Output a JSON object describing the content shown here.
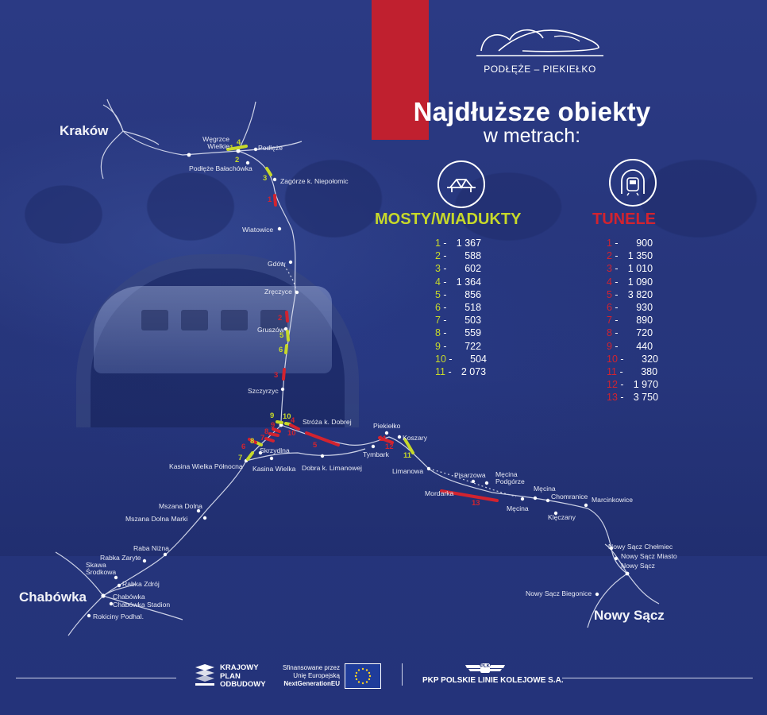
{
  "project_logo": {
    "text": "PODŁĘŻE – PIEKIEŁKO"
  },
  "heading": {
    "title": "Najdłuższe obiekty",
    "subtitle": "w metrach:"
  },
  "categories": {
    "bridges": {
      "title": "MOSTY/WIADUKTY",
      "icon": "bridge-icon",
      "color": "#c7d92a",
      "items": [
        {
          "n": "1",
          "v": "1 367"
        },
        {
          "n": "2",
          "v": "588"
        },
        {
          "n": "3",
          "v": "602"
        },
        {
          "n": "4",
          "v": "1 364"
        },
        {
          "n": "5",
          "v": "856"
        },
        {
          "n": "6",
          "v": "518"
        },
        {
          "n": "7",
          "v": "503"
        },
        {
          "n": "8",
          "v": "559"
        },
        {
          "n": "9",
          "v": "722"
        },
        {
          "n": "10",
          "v": "504"
        },
        {
          "n": "11",
          "v": "2 073"
        }
      ]
    },
    "tunnels": {
      "title": "TUNELE",
      "icon": "tunnel-train-icon",
      "color": "#d2232f",
      "items": [
        {
          "n": "1",
          "v": "900"
        },
        {
          "n": "2",
          "v": "1 350"
        },
        {
          "n": "3",
          "v": "1 010"
        },
        {
          "n": "4",
          "v": "1 090"
        },
        {
          "n": "5",
          "v": "3 820"
        },
        {
          "n": "6",
          "v": "930"
        },
        {
          "n": "7",
          "v": "890"
        },
        {
          "n": "8",
          "v": "720"
        },
        {
          "n": "9",
          "v": "440"
        },
        {
          "n": "10",
          "v": "320"
        },
        {
          "n": "11",
          "v": "380"
        },
        {
          "n": "12",
          "v": "1 970"
        },
        {
          "n": "13",
          "v": "3 750"
        }
      ]
    }
  },
  "map": {
    "big_cities": [
      "Kraków",
      "Chabówka",
      "Nowy Sącz"
    ],
    "stations": [
      "Węgrzce Wielkie",
      "Podłęże",
      "Podłęże Bałachówka",
      "Zagórze k. Niepołomic",
      "Wiatowice",
      "Gdów",
      "Zręczyce",
      "Gruszów",
      "Szczyrzyc",
      "Stróża k. Dobrej",
      "Piekiełko",
      "Koszary",
      "Tymbark",
      "Skrzydlna",
      "Kasina Wielka Północna",
      "Kasina Wielka",
      "Dobra k. Limanowej",
      "Limanowa",
      "Pisarzowa",
      "Męcina Podgórze",
      "Męcina",
      "Mordarka",
      "Męcina",
      "Chomranice",
      "Marcinkowice",
      "Klęczany",
      "Mszana Dolna",
      "Mszana Dolna Marki",
      "Raba Niżna",
      "Rabka Zaryte",
      "Skawa Środkowa",
      "Rabka Zdrój",
      "Chabówka",
      "Chabówka Stadion",
      "Rokiciny Podhal.",
      "Nowy Sącz Chełmiec",
      "Nowy Sącz Miasto",
      "Nowy Sącz",
      "Nowy Sącz Biegonice"
    ],
    "bridge_segment_numbers": [
      "1",
      "2",
      "3",
      "4",
      "5",
      "6",
      "7",
      "8",
      "9",
      "10",
      "11"
    ],
    "tunnel_segment_numbers": [
      "1",
      "2",
      "3",
      "4",
      "5",
      "6",
      "7",
      "8",
      "9",
      "10",
      "11",
      "12",
      "13"
    ]
  },
  "footer": {
    "kpo": [
      "KRAJOWY",
      "PLAN",
      "ODBUDOWY"
    ],
    "eu": [
      "Sfinansowane przez",
      "Unię Europejską",
      "NextGenerationEU"
    ],
    "pkp": "PKP POLSKIE LINIE KOLEJOWE S.A.",
    "pkp_badge": "PLK"
  }
}
